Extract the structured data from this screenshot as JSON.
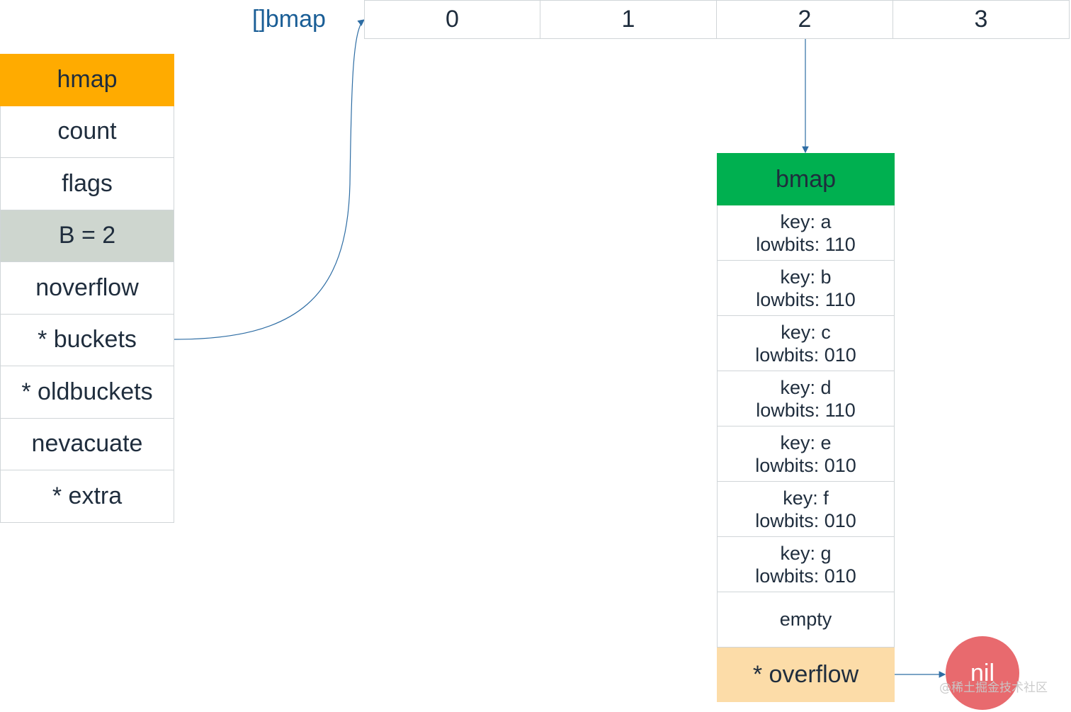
{
  "hmap": {
    "title": "hmap",
    "fields": [
      "count",
      "flags",
      "B = 2",
      "noverflow",
      "* buckets",
      "* oldbuckets",
      "nevacuate",
      "* extra"
    ]
  },
  "bucket_array": {
    "label": "[]bmap",
    "slots": [
      "0",
      "1",
      "2",
      "3"
    ]
  },
  "bmap": {
    "title": "bmap",
    "entries": [
      {
        "key": "key: a",
        "lowbits": "lowbits: 110"
      },
      {
        "key": "key: b",
        "lowbits": "lowbits: 110"
      },
      {
        "key": "key: c",
        "lowbits": "lowbits: 010"
      },
      {
        "key": "key: d",
        "lowbits": "lowbits: 110"
      },
      {
        "key": "key: e",
        "lowbits": "lowbits: 010"
      },
      {
        "key": "key: f",
        "lowbits": "lowbits: 010"
      },
      {
        "key": "key: g",
        "lowbits": "lowbits: 010"
      }
    ],
    "empty_label": "empty",
    "overflow_label": "* overflow"
  },
  "nil_label": "nil",
  "watermark": "@稀土掘金技术社区",
  "colors": {
    "hmap_header": "#ffab00",
    "hmap_highlight": "#ced6cf",
    "bmap_header": "#00b050",
    "overflow_bg": "#fcdca8",
    "nil_circle": "#e86a6e",
    "arrow": "#2e6da4",
    "array_label": "#1a5e96"
  }
}
